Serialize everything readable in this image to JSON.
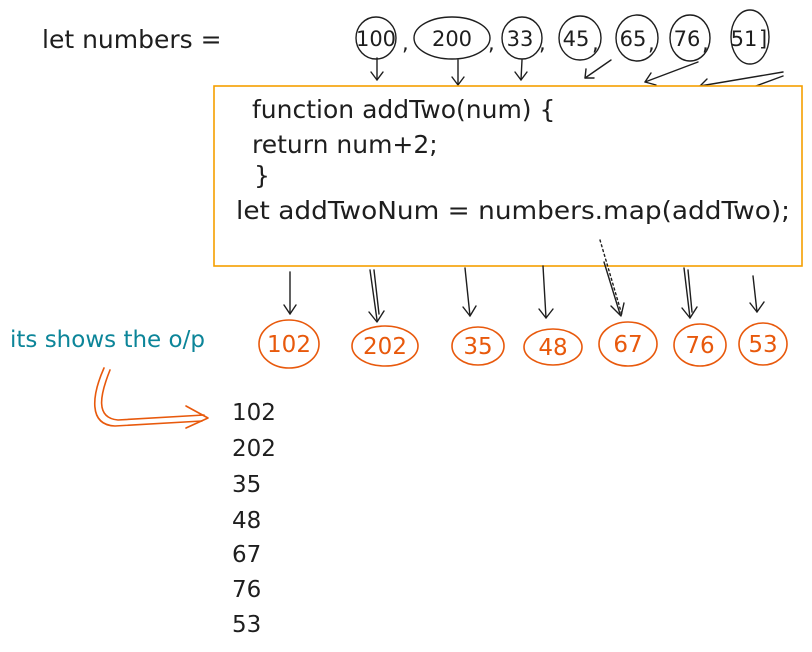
{
  "declaration": {
    "prefix": "let numbers =",
    "inputs": [
      "100",
      "200",
      "33",
      "45",
      "65",
      "76",
      "51"
    ],
    "separator": ",",
    "closing": "]"
  },
  "code": {
    "line1": "function addTwo(num) {",
    "line2": "return num+2;",
    "line3": "}",
    "line4": "let addTwoNum = numbers.map(addTwo);"
  },
  "note": {
    "text": "its shows the o/p"
  },
  "outputs": [
    "102",
    "202",
    "35",
    "48",
    "67",
    "76",
    "53"
  ],
  "output_list": [
    "102",
    "202",
    "35",
    "48",
    "67",
    "76",
    "53"
  ],
  "colors": {
    "ink": "#1e1e1e",
    "box_border": "#f59f00",
    "output": "#e8590c",
    "note": "#0c8599"
  }
}
